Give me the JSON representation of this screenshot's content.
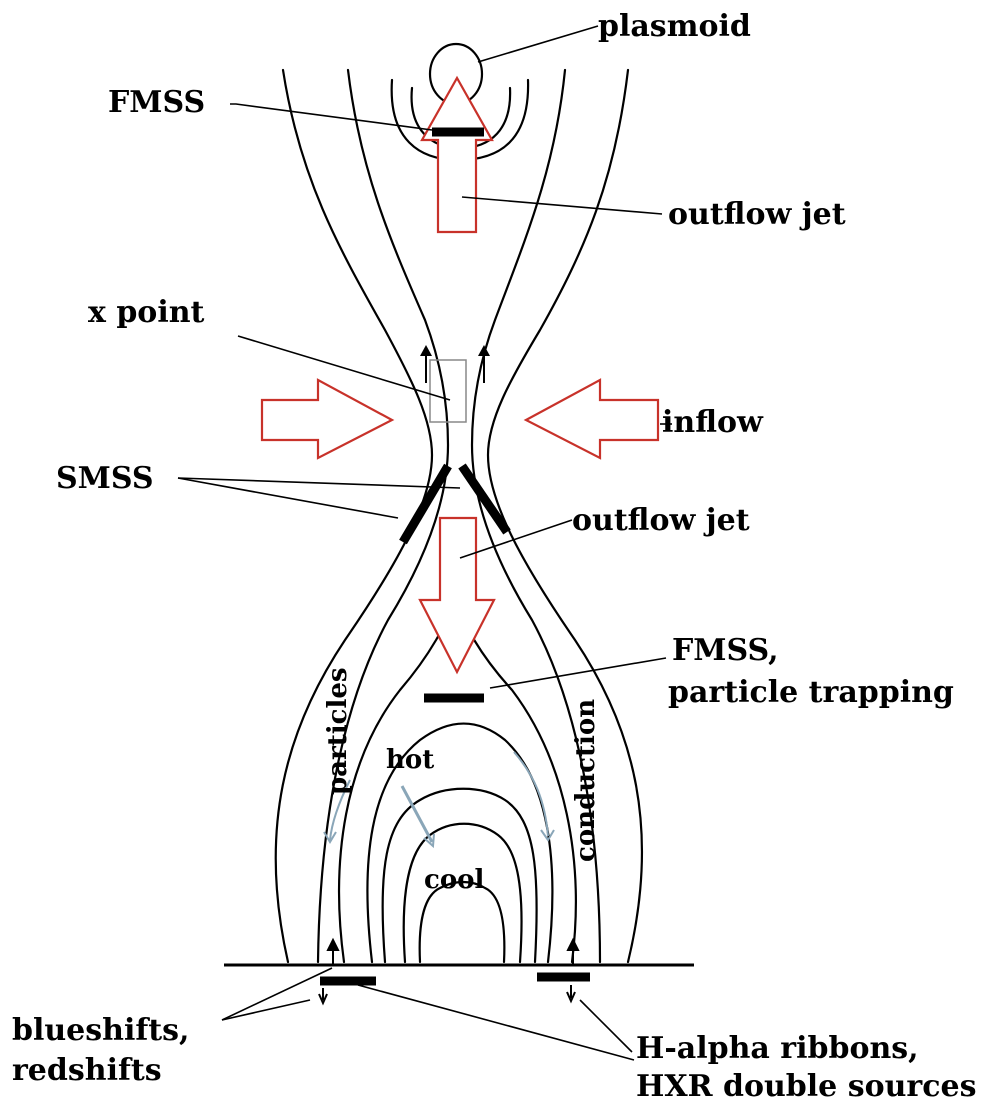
{
  "labels": {
    "plasmoid": "plasmoid",
    "fmss_top": "FMSS",
    "outflow_jet_top": "outflow jet",
    "x_point": "x point",
    "inflow": "inflow",
    "smss": "SMSS",
    "outflow_jet_bottom": "outflow jet",
    "fmss_trapping_1": "FMSS,",
    "fmss_trapping_2": "particle trapping",
    "particles": "particles",
    "hot": "hot",
    "conduction": "conduction",
    "cool": "cool",
    "blueshifts_1": "blueshifts,",
    "blueshifts_2": "redshifts",
    "ribbons_1": "H-alpha ribbons,",
    "ribbons_2": "HXR double sources"
  },
  "colors": {
    "flow_arrow": "#c8322a",
    "thermal_arrow": "#8aa6b8",
    "line": "#000000"
  }
}
